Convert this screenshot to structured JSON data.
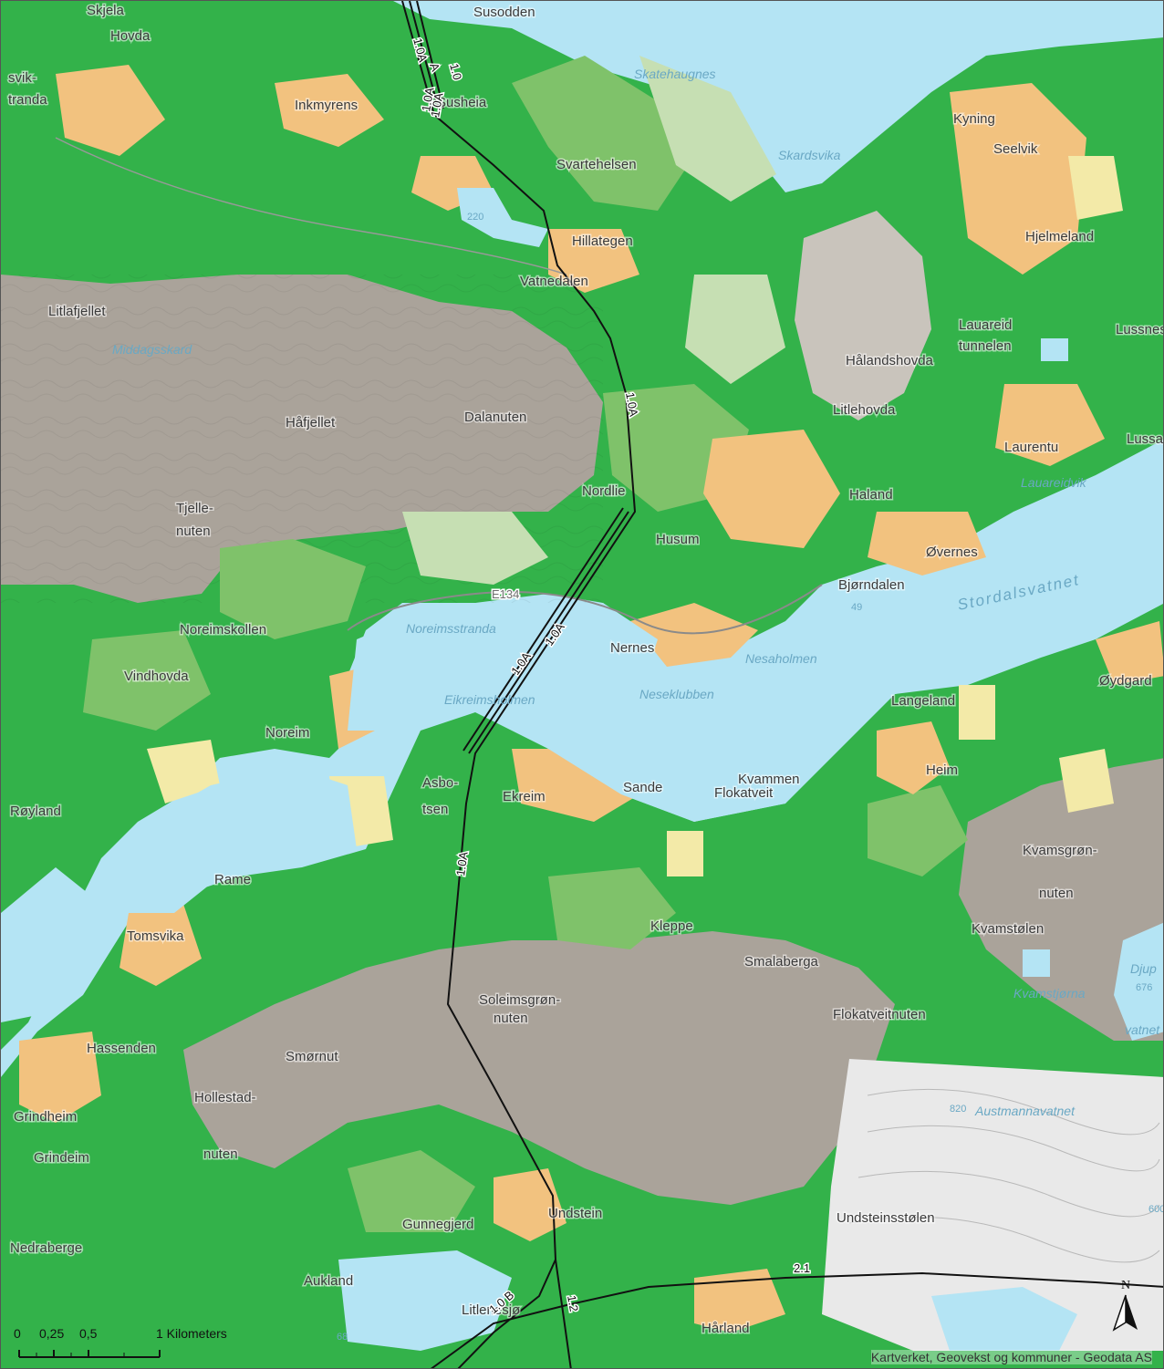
{
  "map": {
    "colors": {
      "water": "#b4e4f4",
      "forest": "#33b24a",
      "light_forest": "#7fc26a",
      "farmland": "#f2c27f",
      "grassland": "#f3eaa8",
      "rock": "#aaa39a",
      "bare": "#c9c4bc",
      "open": "#c6dfb3",
      "gray_raster": "#e9e9e9"
    },
    "place_names": [
      "Skjela",
      "Hovda",
      "svik-",
      "tranda",
      "Litlafjellet",
      "Håfjellet",
      "Dalanuten",
      "Tjelle-",
      "nuten",
      "Noreimskollen",
      "Vindhovda",
      "Noreim",
      "Røyland",
      "Rame",
      "Tomsvika",
      "Hassenden",
      "Grindheim",
      "Grindeim",
      "Nedraberge",
      "Smørnut",
      "Hollestad-",
      "nuten",
      "Gunnegjerd",
      "Undstein",
      "Aukland",
      "Litlenesjø",
      "Hårland",
      "Soleimsgrøn-",
      "nuten",
      "Kleppe",
      "Smalaberga",
      "Flokatveitnuten",
      "Kvamstølen",
      "Kvamsgrøn-",
      "nuten",
      "Sande",
      "Kvammen",
      "Flokatveit",
      "Ekreim",
      "Asbo-",
      "tsen",
      "Nernes",
      "Langeland",
      "Heim",
      "Øydgard",
      "Bjørndalen",
      "Øvernes",
      "Husum",
      "Nordlie",
      "Hålandshovda",
      "Litlehovda",
      "Haland",
      "Laurentu",
      "Lussa",
      "Lussnes",
      "Lauareid",
      "tunnelen",
      "Hjelmeland",
      "Seelvik",
      "Kyning",
      "Svartehelsen",
      "Hillategen",
      "Vatnedalen",
      "Inkmyrens",
      "Susheia",
      "Susodden",
      "Undsteinsstølen"
    ],
    "water_names": [
      "Skatehaugnes",
      "Skardsvika",
      "Middagsskard",
      "Noreimsstranda",
      "Eikreimsholmen",
      "Neseklubben",
      "Nesaholmen",
      "Lauareidvik",
      "Kvamstjørna",
      "Austmannavatnet",
      "Djup",
      "vatnet"
    ],
    "lake_name": "Stordalsvatnet",
    "elevation_numbers": [
      "220",
      "49",
      "68",
      "676",
      "820",
      "600"
    ],
    "route_labels": [
      "1.0A",
      "1.0A",
      "1.0A",
      "1.0A",
      "1.0A",
      "1.0A",
      "1.0A",
      "A",
      "1.0",
      "1.0 B",
      "1.2",
      "2.1"
    ],
    "road_label": "E134"
  },
  "scale": {
    "ticks": [
      "0",
      "0,25",
      "0,5",
      "1 Kilometers"
    ]
  },
  "north_label": "N",
  "attribution": "Kartverket, Geovekst og kommuner - Geodata AS"
}
